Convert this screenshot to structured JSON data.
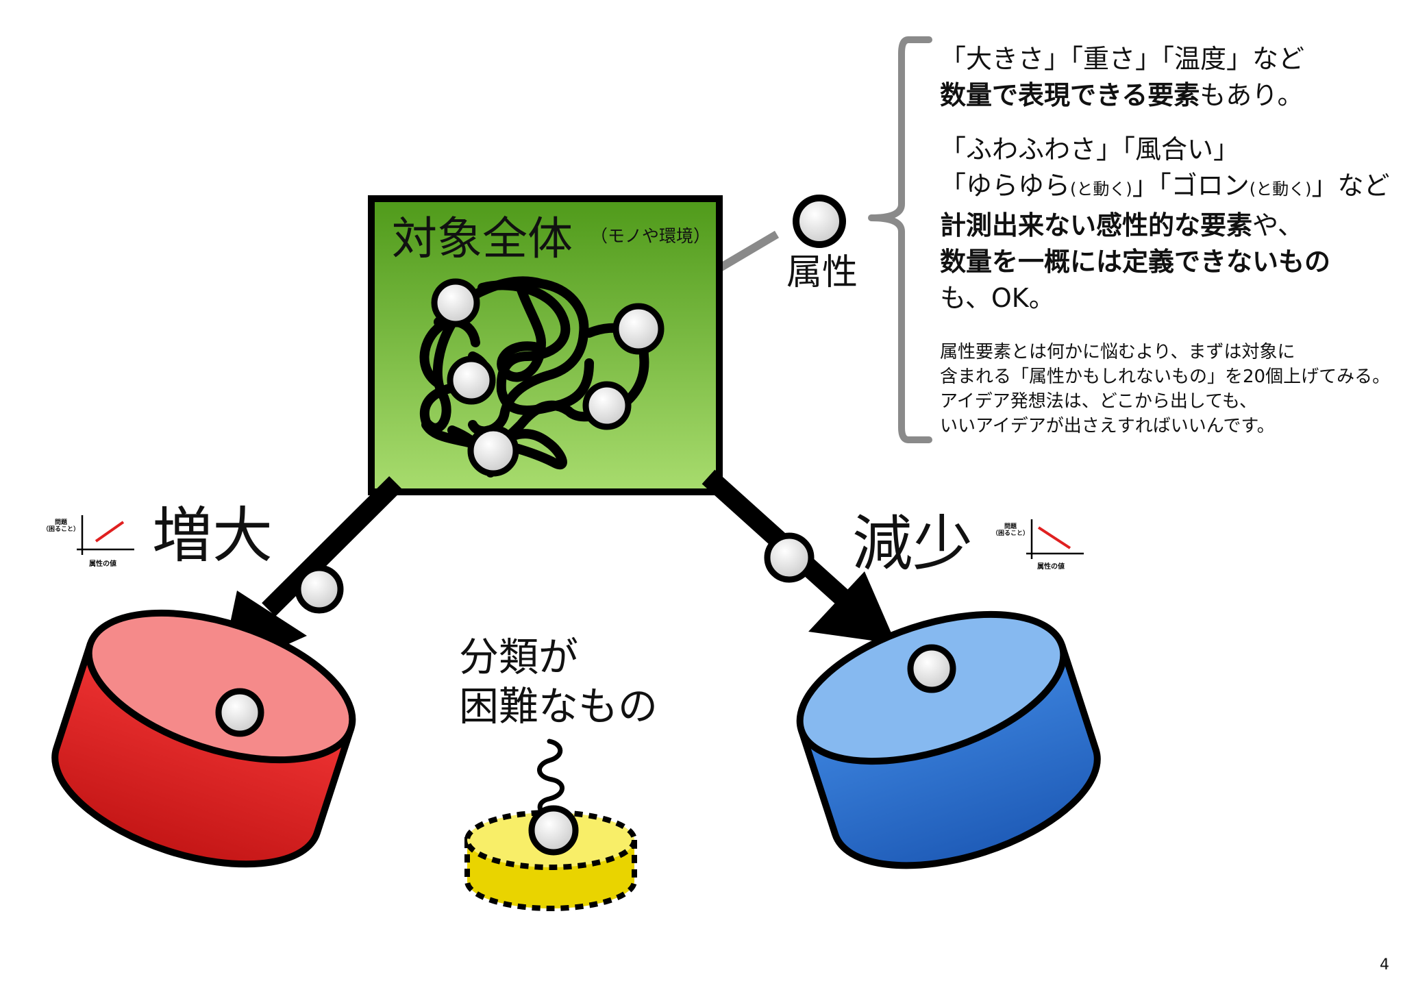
{
  "whole": {
    "title": "対象全体",
    "subtitle": "（モノや環境）"
  },
  "attribute_label": "属性",
  "increase": {
    "label": "増大",
    "mini_y_line1": "問題",
    "mini_y_line2": "（困ること）",
    "mini_x": "属性の値"
  },
  "decrease": {
    "label": "減少",
    "mini_y_line1": "問題",
    "mini_y_line2": "（困ること）",
    "mini_x": "属性の値"
  },
  "hard_to_classify": {
    "line1": "分類が",
    "line2": "困難なもの"
  },
  "notes": {
    "block1": {
      "line1": "「大きさ」「重さ」「温度」など",
      "line2_bold": "数量で表現できる要素",
      "line2_rest": "もあり。"
    },
    "block2": {
      "line1": "「ふわふわさ」「風合い」",
      "line2_a": "「ゆらゆら",
      "line2_paren1": "(と動く)",
      "line2_b": "」「ゴロン",
      "line2_paren2": "(と動く)",
      "line2_c": "」など",
      "line3_bold": "計測出来ない感性的な要素",
      "line3_rest": "や、",
      "line4_bold": "数量を一概には定義できないもの",
      "line5": "も、OK。"
    },
    "small": [
      "属性要素とは何かに悩むより、まずは対象に",
      "含まれる「属性かもしれないもの」を20個上げてみる。",
      "アイデア発想法は、どこから出しても、",
      "いいアイデアが出さえすればいいんです。"
    ]
  },
  "page_number": "4",
  "colors": {
    "green_top": "#4f9a1a",
    "green_bottom": "#a8dc6e",
    "red_top": "#f58a8a",
    "red_body": "#e02020",
    "blue_top": "#86b9f0",
    "blue_body": "#2f74d2",
    "yellow_top": "#f8ee68",
    "yellow_body": "#e9d400"
  }
}
